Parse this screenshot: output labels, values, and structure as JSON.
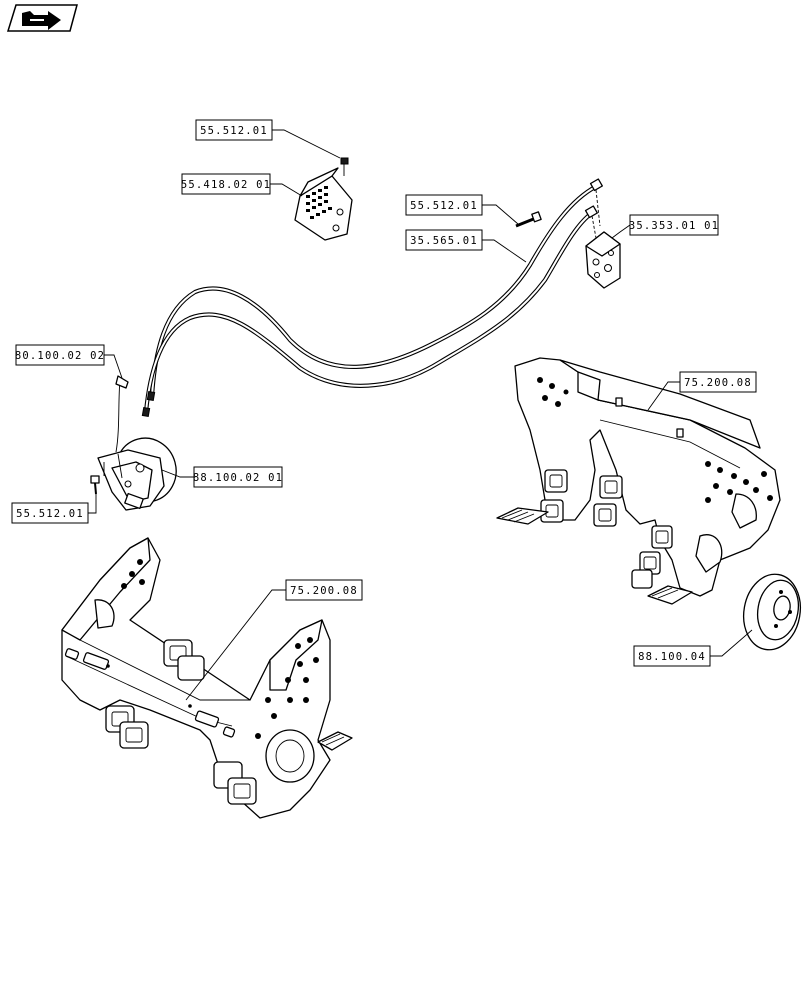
{
  "nav": {
    "icon": "arrow-right-icon"
  },
  "callouts": {
    "c1": "55.512.01",
    "c2": "55.418.02 01",
    "c3": "55.512.01",
    "c4": "35.565.01",
    "c5": "35.353.01 01",
    "c6": "80.100.02 02",
    "c7": "88.100.02 01",
    "c8": "55.512.01",
    "c9": "75.200.08",
    "c10": "75.200.08",
    "c11": "88.100.04"
  }
}
